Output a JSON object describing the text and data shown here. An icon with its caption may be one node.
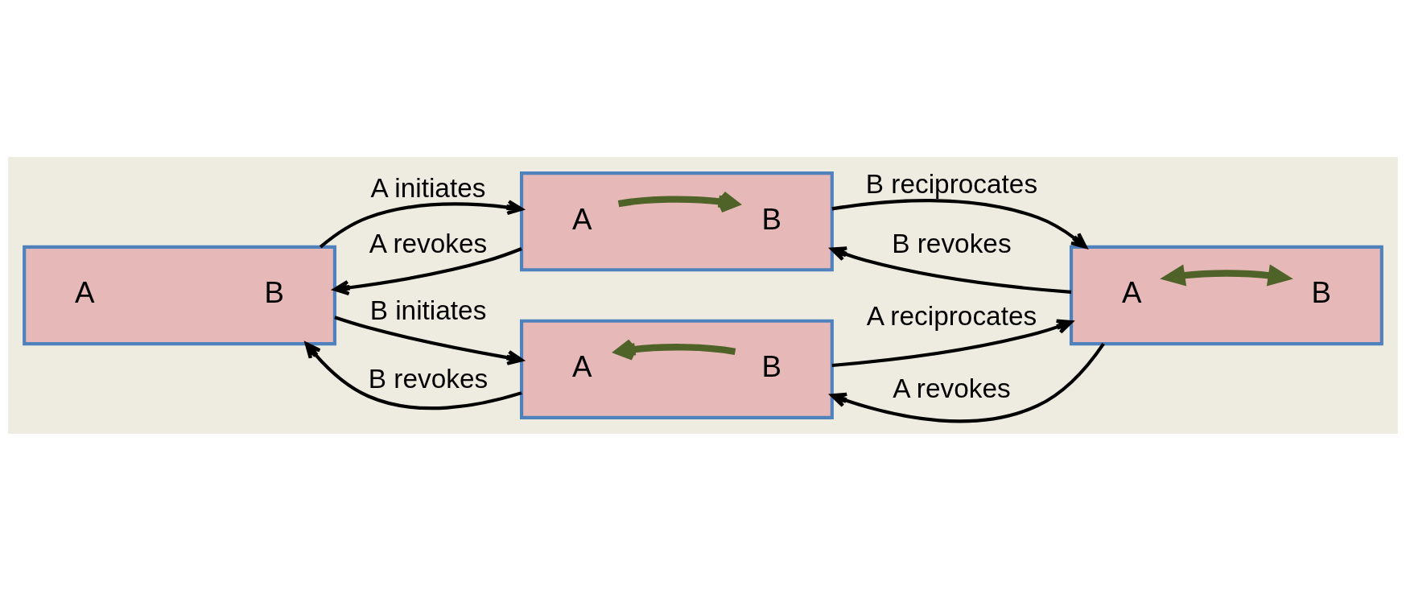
{
  "diagram": {
    "nodes": [
      {
        "text": [],
        "shape": "box"
      },
      {
        "text": [
          "A"
        ],
        "in": 0
      },
      {
        "text": [
          "B"
        ],
        "in": 0
      },
      {
        "text": [],
        "shape": "box"
      },
      {
        "text": [
          "A"
        ],
        "in": 3
      },
      {
        "text": [
          "B"
        ],
        "in": 3
      },
      {
        "text": [],
        "shape": "box"
      },
      {
        "text": [
          "A"
        ],
        "in": 6
      },
      {
        "text": [
          "B"
        ],
        "in": 6
      },
      {
        "text": [],
        "shape": "box"
      },
      {
        "text": [
          "A"
        ],
        "in": 9
      },
      {
        "text": [
          "B"
        ],
        "in": 9
      }
    ],
    "edges": [
      {
        "from": 1,
        "to": 2,
        "arrow": "to",
        "style": "thick",
        "color": "#4f6228"
      },
      {
        "from": 7,
        "to": 8,
        "arrow": "both",
        "style": "thick",
        "color": "#4f6228"
      },
      {
        "from": 11,
        "to": 10,
        "arrow": "to",
        "style": "thick",
        "color": "#4f6228"
      },
      {
        "from": 3,
        "to": 0,
        "arrow": "to",
        "label": "A initiates"
      },
      {
        "from": 0,
        "to": 6,
        "arrow": "to",
        "label": "B reciprocates"
      },
      {
        "from": 0,
        "to": 3,
        "arrow": "to",
        "label": "A revokes"
      },
      {
        "from": 6,
        "to": 0,
        "arrow": "to",
        "label": "B revokes"
      },
      {
        "from": 3,
        "to": 9,
        "arrow": "to",
        "label": "B initiates"
      },
      {
        "from": 9,
        "to": 6,
        "arrow": "to",
        "label": "A reciprocates"
      },
      {
        "from": 9,
        "to": 3,
        "arrow": "to",
        "label": "B revokes"
      },
      {
        "from": 6,
        "to": 9,
        "arrow": "to",
        "label": "A revokes"
      }
    ]
  }
}
